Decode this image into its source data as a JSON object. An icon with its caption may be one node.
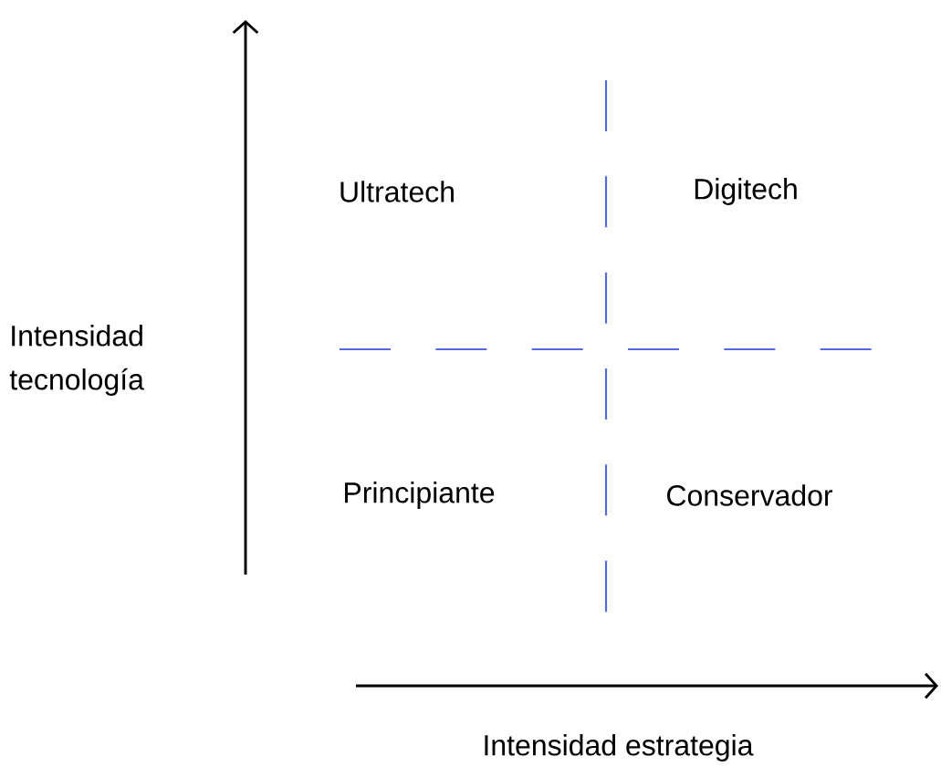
{
  "diagram": {
    "labels": [
      "Ultratech",
      "Digitech",
      "Intensidad tecnología",
      "Principiante",
      "Conservador",
      "Intensidad estrategia"
    ]
  }
}
